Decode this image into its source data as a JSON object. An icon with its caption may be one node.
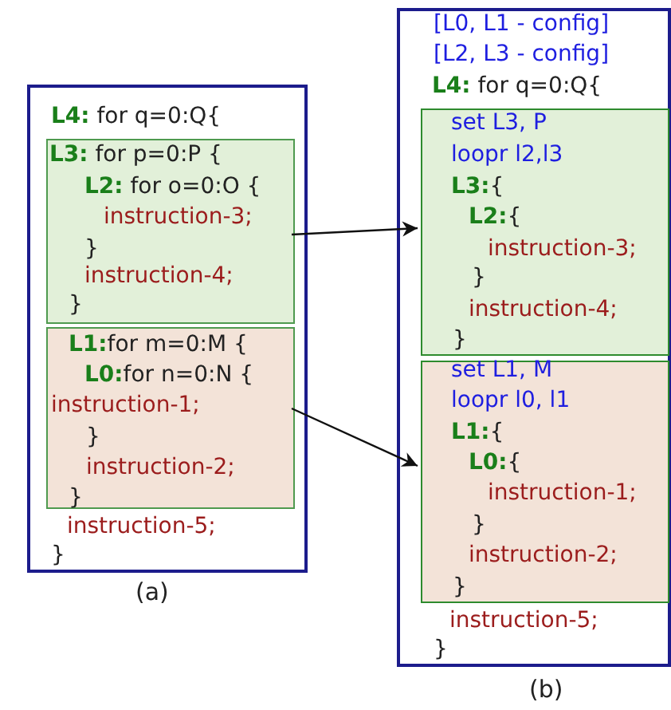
{
  "diagram": {
    "nodes": [
      {
        "text": [
          "**L4:** for q=0:Q{",
          "instruction-5;",
          "}"
        ]
      },
      {
        "text": [
          "**L3:** for p=0:P {",
          "**L2:** for o=0:O {",
          "instruction-3;",
          "}",
          "instruction-4;",
          "}"
        ],
        "in": 0
      },
      {
        "text": [
          "**L1:**for m=0:M {",
          "**L0:**for n=0:N {",
          "instruction-1;",
          "}",
          "instruction-2;",
          "}"
        ],
        "in": 0
      },
      {
        "text": [
          "[L0, L1 - config]",
          "[L2, L3 - config]",
          "**L4:** for q=0:Q{",
          "instruction-5;",
          "}"
        ]
      },
      {
        "text": [
          "set L3, P",
          "loopr l2,l3",
          "**L3:**{",
          "**L2:**{",
          "instruction-3;",
          "}",
          "instruction-4;",
          "}"
        ],
        "in": 3
      },
      {
        "text": [
          "set L1, M",
          "loopr l0, l1",
          "**L1:**{",
          "**L0:**{",
          "instruction-1;",
          "}",
          "instruction-2;",
          "}"
        ],
        "in": 3
      }
    ],
    "edges": [
      {
        "from": 1,
        "to": 4,
        "arrow": "to"
      },
      {
        "from": 2,
        "to": 5,
        "arrow": "to"
      }
    ],
    "labels": [
      "(a)",
      "(b)"
    ]
  }
}
